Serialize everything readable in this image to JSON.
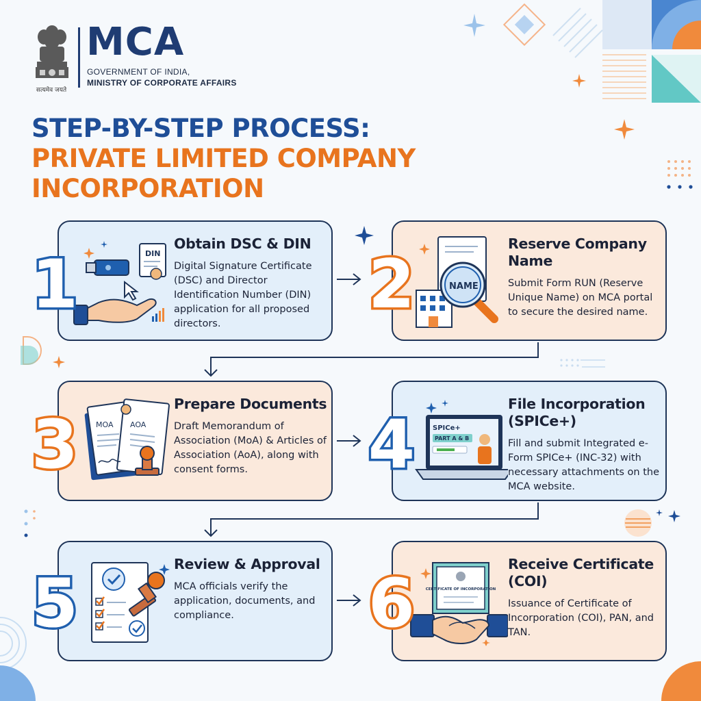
{
  "header": {
    "logo_text": "MCA",
    "government_line": "GOVERNMENT OF INDIA,",
    "ministry_line": "MINISTRY OF CORPORATE AFFAIRS",
    "motto": "सत्यमेव जयते"
  },
  "title": {
    "line1": "STEP-BY-STEP PROCESS:",
    "line2": "PRIVATE LIMITED COMPANY",
    "line3": "INCORPORATION"
  },
  "steps": [
    {
      "number": "1",
      "title": "Obtain DSC & DIN",
      "description": "Digital Signature Certificate (DSC) and Director Identification Number (DIN) application for all proposed directors.",
      "illustration_label": "DIN",
      "icon": "usb-hand-icon"
    },
    {
      "number": "2",
      "title": "Reserve Company Name",
      "description": "Submit Form RUN (Reserve Unique Name) on MCA portal to secure the desired name.",
      "illustration_label": "NAME",
      "icon": "magnifier-building-icon"
    },
    {
      "number": "3",
      "title": "Prepare Documents",
      "description": "Draft Memorandum of Association (MoA) & Articles of Association (AoA), along with consent forms.",
      "illustration_labels": [
        "MOA",
        "AOA"
      ],
      "icon": "documents-stamp-icon"
    },
    {
      "number": "4",
      "title": "File Incorporation (SPICe+)",
      "description": "Fill and submit Integrated e-Form SPICe+ (INC-32) with necessary attachments on the MCA website.",
      "illustration_labels": [
        "SPICe+",
        "PART A & B"
      ],
      "icon": "laptop-form-icon"
    },
    {
      "number": "5",
      "title": "Review & Approval",
      "description": "MCA officials verify the application, documents, and compliance.",
      "icon": "checklist-stamp-icon"
    },
    {
      "number": "6",
      "title": "Receive Certificate (COI)",
      "description": "Issuance of Certificate of Incorporation (COI), PAN, and TAN.",
      "illustration_label": "CERTIFICATE OF INCORPORATION",
      "icon": "handshake-certificate-icon"
    }
  ],
  "colors": {
    "navy": "#1f3c73",
    "blue": "#1f5fae",
    "orange": "#e8741e",
    "card_blue": "#e3effa",
    "card_peach": "#fbe9dc",
    "teal": "#5ec4c6"
  }
}
